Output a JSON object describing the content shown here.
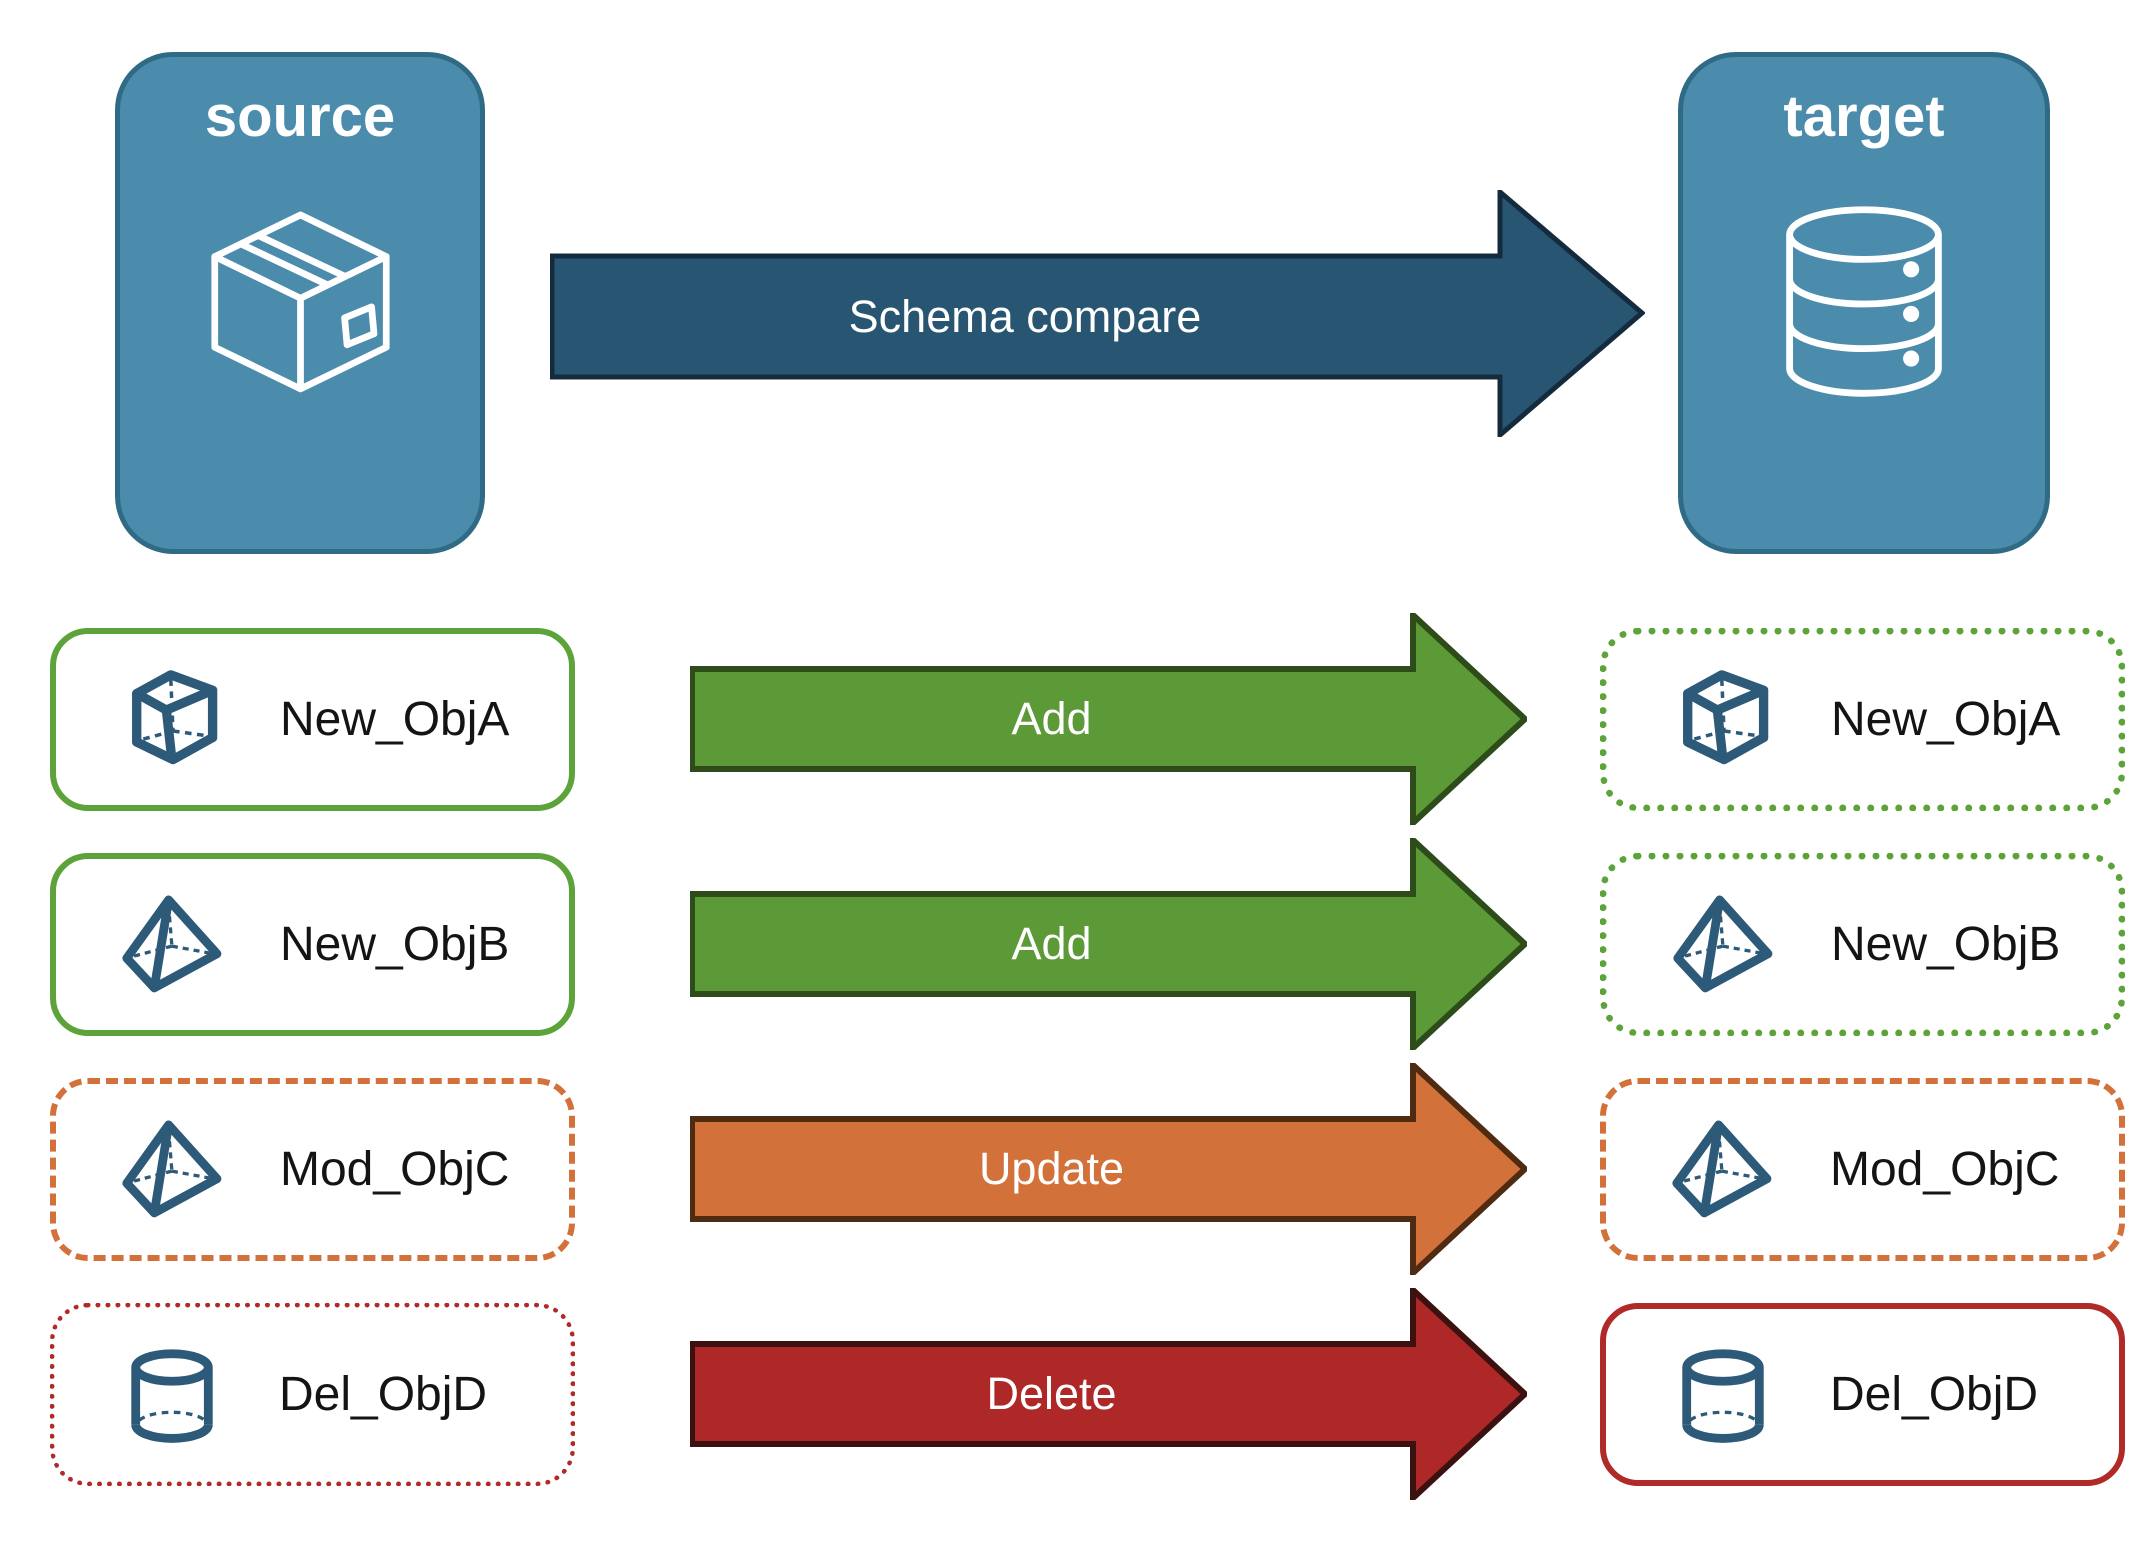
{
  "canvas": {
    "background": "#ffffff"
  },
  "source_node": {
    "label": "source",
    "icon": "package-box-icon",
    "fill": "#4b8bab",
    "border_color": "#2f6b85"
  },
  "target_node": {
    "label": "target",
    "icon": "database-icon",
    "fill": "#4b8bab",
    "border_color": "#2f6b85"
  },
  "schema_arrow": {
    "label": "Schema compare",
    "fill": "#275572",
    "stroke": "#142b3e",
    "text_color": "#ffffff"
  },
  "rows": [
    {
      "left": {
        "label": "New_ObjA",
        "icon": "cube-icon",
        "border_color": "#5ca33a",
        "border_style": "solid"
      },
      "arrow": {
        "label": "Add",
        "fill": "#5c9a38",
        "stroke": "#2d4c19",
        "text_color": "#ffffff"
      },
      "right": {
        "label": "New_ObjA",
        "icon": "cube-icon",
        "border_color": "#5ca33a",
        "border_style": "dotted"
      }
    },
    {
      "left": {
        "label": "New_ObjB",
        "icon": "pyramid-icon",
        "border_color": "#5ca33a",
        "border_style": "solid"
      },
      "arrow": {
        "label": "Add",
        "fill": "#5c9a38",
        "stroke": "#2d4c19",
        "text_color": "#ffffff"
      },
      "right": {
        "label": "New_ObjB",
        "icon": "pyramid-icon",
        "border_color": "#5ca33a",
        "border_style": "dotted"
      }
    },
    {
      "left": {
        "label": "Mod_ObjC",
        "icon": "pyramid-icon",
        "border_color": "#d3713b",
        "border_style": "dashed"
      },
      "arrow": {
        "label": "Update",
        "fill": "#d3713b",
        "stroke": "#4f2b12",
        "text_color": "#ffffff"
      },
      "right": {
        "label": "Mod_ObjC",
        "icon": "pyramid-icon",
        "border_color": "#d3713b",
        "border_style": "dashed"
      }
    },
    {
      "left": {
        "label": "Del_ObjD",
        "icon": "cylinder-icon",
        "border_color": "#b02a28",
        "border_style": "dotted"
      },
      "arrow": {
        "label": "Delete",
        "fill": "#ad2827",
        "stroke": "#3c1210",
        "text_color": "#ffffff"
      },
      "right": {
        "label": "Del_ObjD",
        "icon": "cylinder-icon",
        "border_color": "#b02a28",
        "border_style": "solid"
      }
    }
  ],
  "colors": {
    "object_icon": "#2d5a78",
    "node_icon": "#ffffff",
    "label_text": "#141414"
  }
}
